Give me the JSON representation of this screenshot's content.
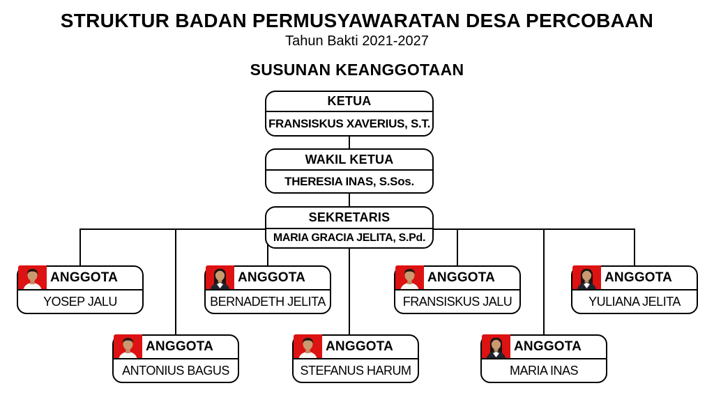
{
  "header": {
    "title": "STRUKTUR BADAN PERMUSYAWARATAN DESA PERCOBAAN",
    "subtitle": "Tahun Bakti 2021-2027",
    "section_heading": "SUSUNAN KEANGGOTAAN"
  },
  "colors": {
    "text": "#000000",
    "line": "#000000",
    "box_border": "#000000",
    "box_background": "#ffffff",
    "photo_background": "#dd1212"
  },
  "org": {
    "leaders": [
      {
        "role": "KETUA",
        "name": "FRANSISKUS XAVERIUS, S.T."
      },
      {
        "role": "WAKIL KETUA",
        "name": "THERESIA INAS, S.Sos."
      },
      {
        "role": "SEKRETARIS",
        "name": "MARIA GRACIA JELITA, S.Pd."
      }
    ],
    "members": [
      {
        "role": "ANGGOTA",
        "name": "YOSEP JALU",
        "photo": "male-portrait"
      },
      {
        "role": "ANGGOTA",
        "name": "BERNADETH JELITA",
        "photo": "female-portrait"
      },
      {
        "role": "ANGGOTA",
        "name": "FRANSISKUS JALU",
        "photo": "male-portrait"
      },
      {
        "role": "ANGGOTA",
        "name": "YULIANA JELITA",
        "photo": "female-portrait"
      },
      {
        "role": "ANGGOTA",
        "name": "ANTONIUS BAGUS",
        "photo": "male-portrait"
      },
      {
        "role": "ANGGOTA",
        "name": "STEFANUS HARUM",
        "photo": "male-portrait"
      },
      {
        "role": "ANGGOTA",
        "name": "MARIA INAS",
        "photo": "female-portrait"
      }
    ]
  }
}
